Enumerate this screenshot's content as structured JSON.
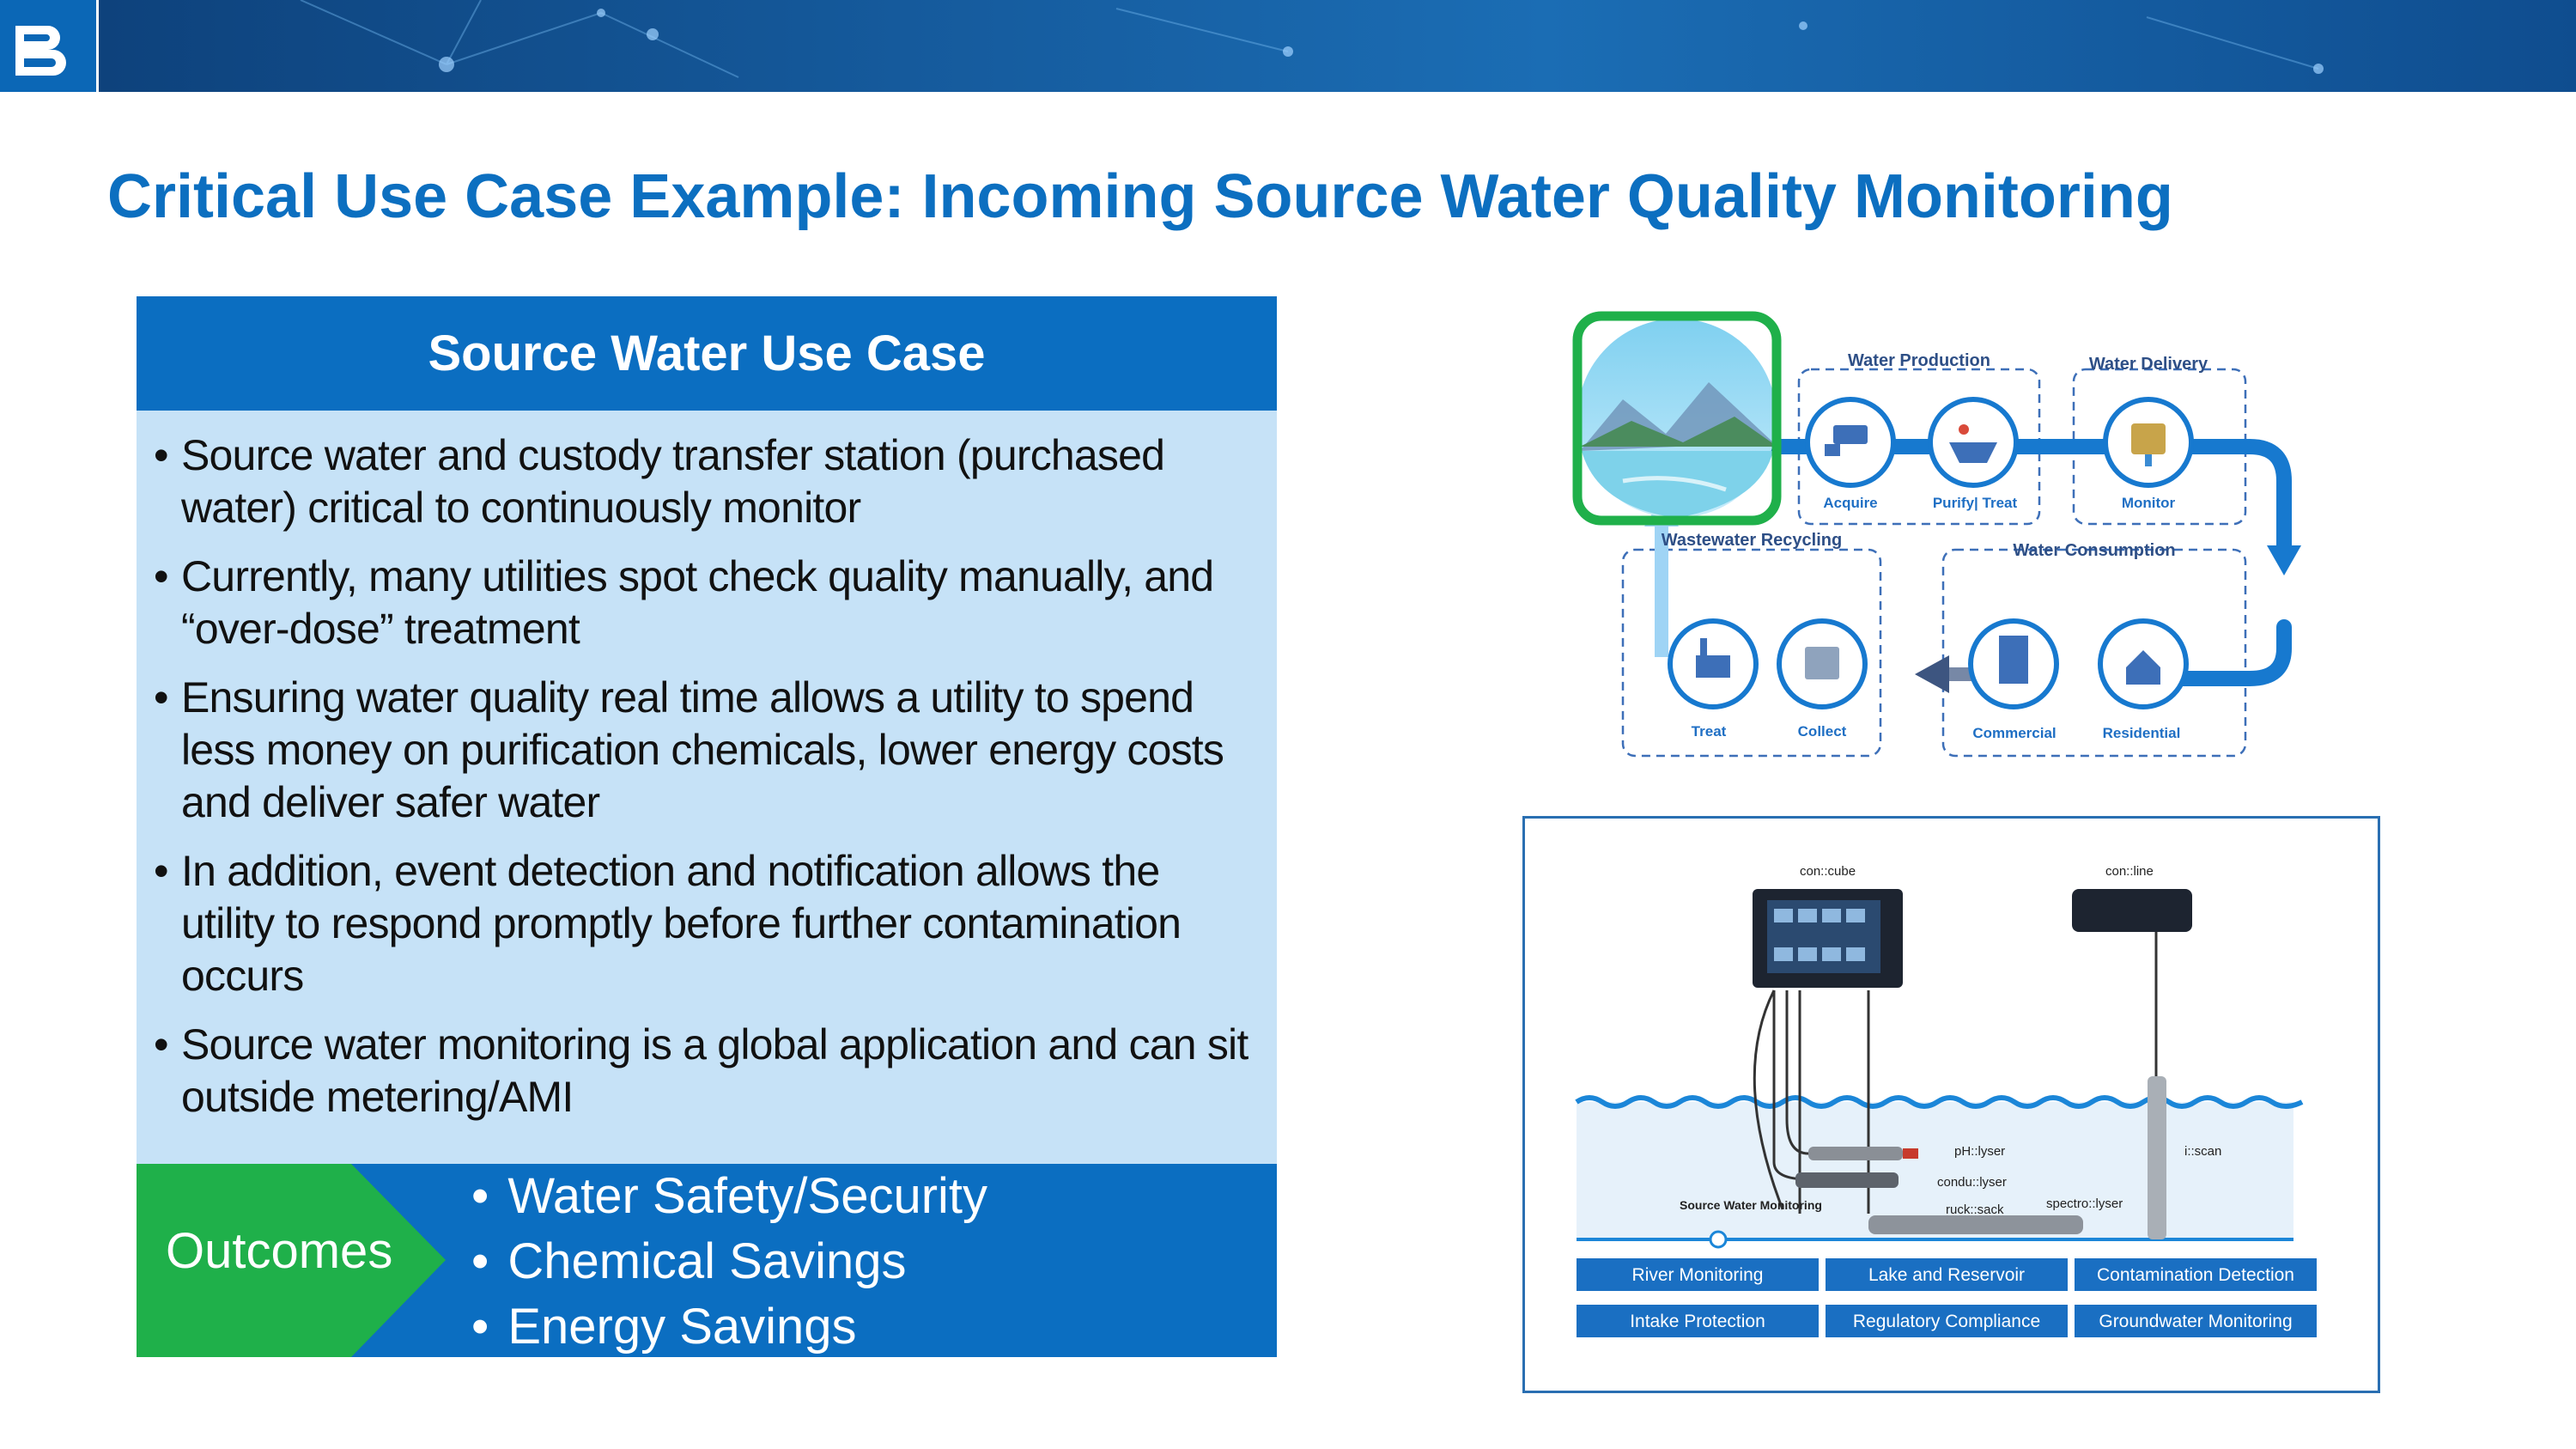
{
  "slide": {
    "title": "Critical Use Case Example:  Incoming Source Water Quality Monitoring"
  },
  "use_case": {
    "heading": "Source Water Use Case",
    "bullets": [
      "Source water and custody transfer station (purchased water) critical to continuously monitor",
      "Currently, many utilities spot check quality manually, and “over-dose” treatment",
      "Ensuring water quality real time allows a utility to spend less money on purification chemicals, lower energy costs and deliver safer water",
      "In addition, event detection and notification allows the utility to respond promptly before further contamination occurs",
      "Source water monitoring is a global application and can sit outside metering/AMI"
    ],
    "outcomes_label": "Outcomes",
    "outcomes": [
      "Water Safety/Security",
      "Chemical Savings",
      "Energy Savings"
    ]
  },
  "water_cycle": {
    "water_production": "Water Production",
    "water_delivery": "Water Delivery",
    "wastewater_recycling": "Wastewater Recycling",
    "water_consumption": "Water Consumption",
    "acquire": "Acquire",
    "purify_treat": "Purify| Treat",
    "monitor": "Monitor",
    "treat": "Treat",
    "collect": "Collect",
    "commercial": "Commercial",
    "residential": "Residential"
  },
  "sensor_diagram": {
    "con_cube": "con::cube",
    "con_line": "con::line",
    "ph_lyser": "pH::lyser",
    "condu_lyser": "condu::lyser",
    "ruck_sack": "ruck::sack",
    "spectro_lyser": "spectro::lyser",
    "i_scan": "i::scan",
    "source_water_monitoring": "Source Water Monitoring",
    "applications": [
      "River Monitoring",
      "Lake and Reservoir",
      "Contamination Detection",
      "Intake Protection",
      "Regulatory Compliance",
      "Groundwater Monitoring"
    ]
  },
  "colors": {
    "brand_blue": "#0b6ec1",
    "light_blue": "#c6e2f7",
    "green_highlight": "#1fb04a"
  }
}
